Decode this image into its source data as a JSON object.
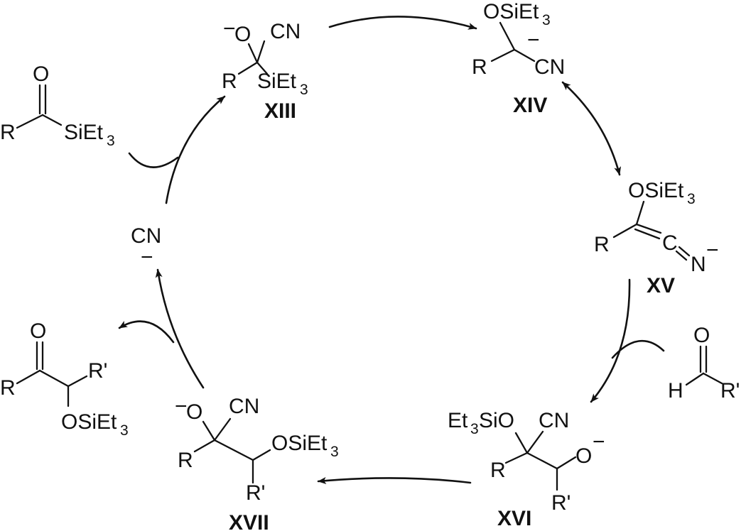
{
  "labels": {
    "xiii": "XIII",
    "xiv": "XIV",
    "xv": "XV",
    "xvi": "XVI",
    "xvii": "XVII"
  },
  "atoms": {
    "R": "R",
    "R_prime": "R'",
    "H": "H",
    "O": "O",
    "C": "C",
    "N": "N",
    "CN": "CN",
    "SiEt": "SiEt",
    "OSiEt": "OSiEt",
    "EtSiO_a": "Et",
    "EtSiO_b": "SiO",
    "sub3": "3",
    "minus": "−"
  }
}
